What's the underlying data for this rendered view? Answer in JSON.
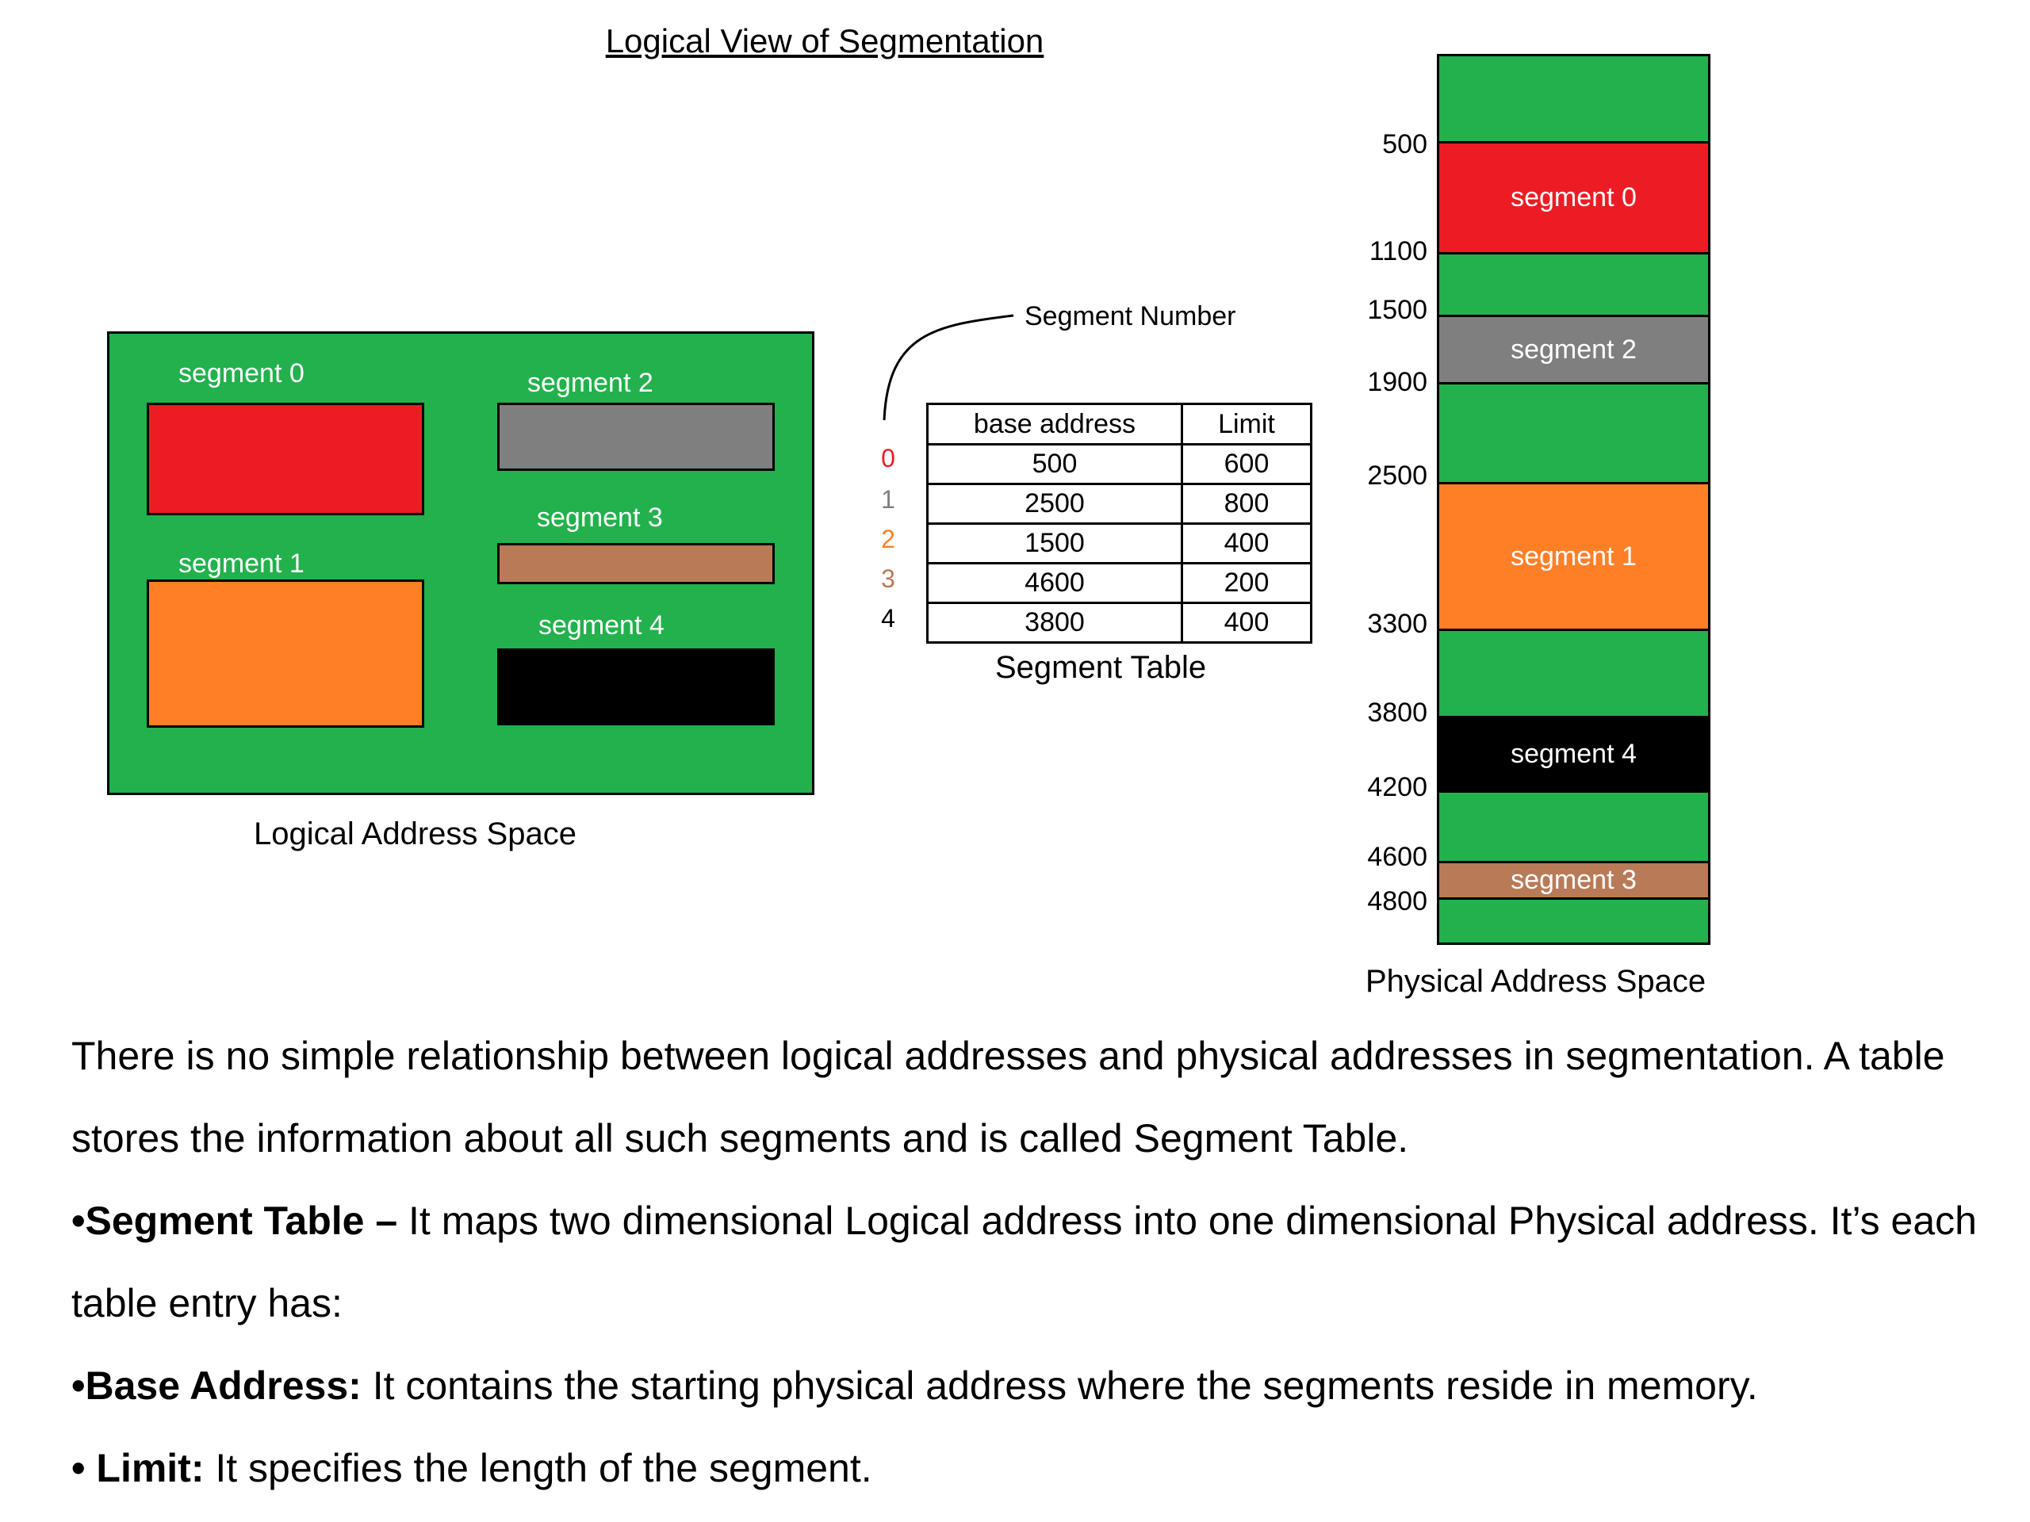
{
  "title": "Logical View of Segmentation",
  "logical": {
    "caption": "Logical Address Space",
    "segments": [
      {
        "label": "segment 0",
        "color": "#ed1c24"
      },
      {
        "label": "segment 1",
        "color": "#ff7f27"
      },
      {
        "label": "segment 2",
        "color": "#7f7f7f"
      },
      {
        "label": "segment 3",
        "color": "#b97a57"
      },
      {
        "label": "segment 4",
        "color": "#000000"
      }
    ],
    "background_color": "#22b14c"
  },
  "segment_number_label": "Segment Number",
  "segment_table": {
    "caption": "Segment Table",
    "headers": [
      "base address",
      "Limit"
    ],
    "rows": [
      {
        "index": "0",
        "base": "500",
        "limit": "600",
        "index_color": "#ed1c24"
      },
      {
        "index": "1",
        "base": "2500",
        "limit": "800",
        "index_color": "#7f7f7f"
      },
      {
        "index": "2",
        "base": "1500",
        "limit": "400",
        "index_color": "#ff7f27"
      },
      {
        "index": "3",
        "base": "4600",
        "limit": "200",
        "index_color": "#b97a57"
      },
      {
        "index": "4",
        "base": "3800",
        "limit": "400",
        "index_color": "#000000"
      }
    ]
  },
  "physical": {
    "caption": "Physical Address Space",
    "addresses": [
      "500",
      "1100",
      "1500",
      "1900",
      "2500",
      "3300",
      "3800",
      "4200",
      "4600",
      "4800"
    ],
    "segments": [
      {
        "label": "segment 0",
        "color": "#ed1c24"
      },
      {
        "label": "segment 2",
        "color": "#7f7f7f"
      },
      {
        "label": "segment 1",
        "color": "#ff7f27"
      },
      {
        "label": "segment 4",
        "color": "#000000"
      },
      {
        "label": "segment 3",
        "color": "#b97a57"
      }
    ]
  },
  "text": {
    "para1": "There is no simple relationship between logical addresses and physical addresses in segmentation. A table stores the information about all such segments and is called Segment Table.",
    "bullet1_bold": "•Segment Table –",
    "bullet1_rest": " It maps two dimensional Logical address into one dimensional Physical address. It’s each table entry has:",
    "bullet2_bold": "•Base Address:",
    "bullet2_rest": " It contains the starting physical address where the segments reside in memory.",
    "bullet3_bold": "• Limit:",
    "bullet3_rest": " It specifies the length of the segment."
  }
}
